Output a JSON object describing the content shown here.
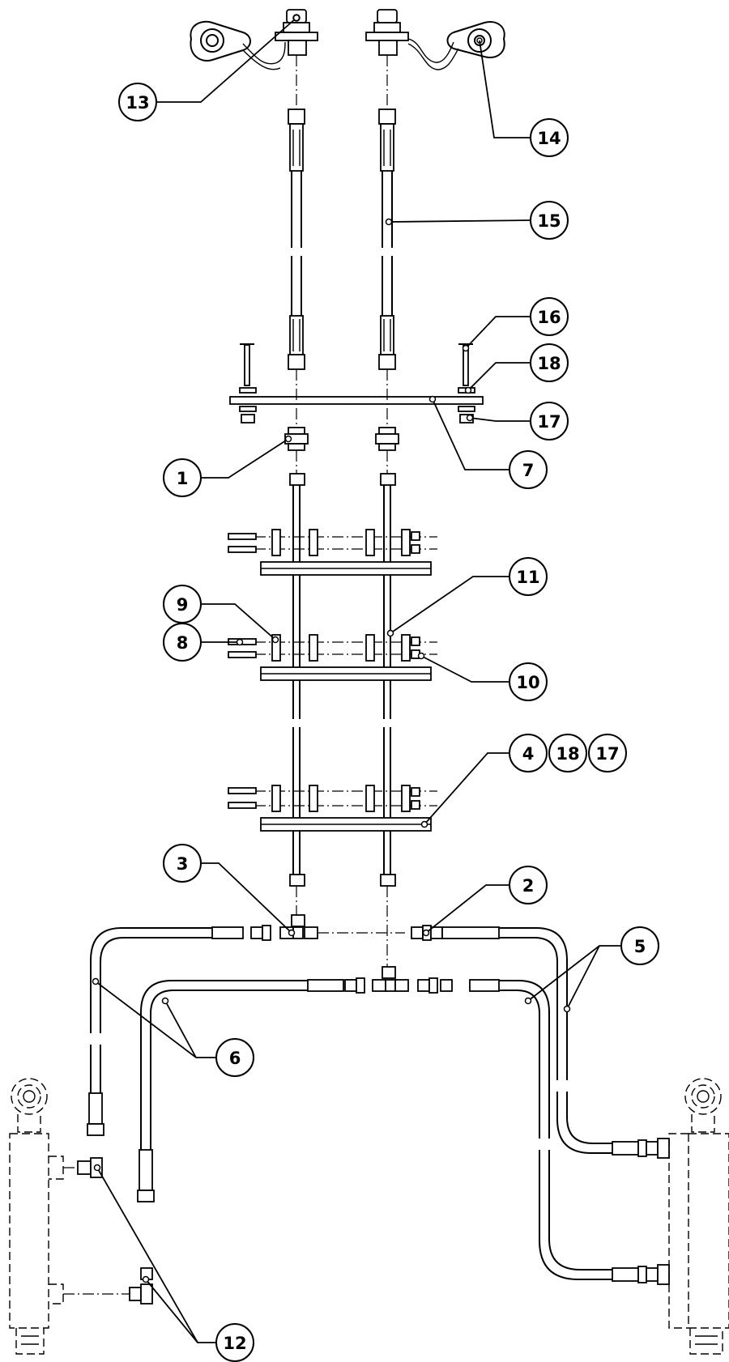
{
  "diagram": {
    "callouts": {
      "c1": "1",
      "c2": "2",
      "c3": "3",
      "c4": "4",
      "c5": "5",
      "c6": "6",
      "c7": "7",
      "c8": "8",
      "c9": "9",
      "c10": "10",
      "c11": "11",
      "c12": "12",
      "c13": "13",
      "c14": "14",
      "c15": "15",
      "c16": "16",
      "c17": "17",
      "c18": "18",
      "c4_18": "18",
      "c4_17": "17"
    }
  }
}
